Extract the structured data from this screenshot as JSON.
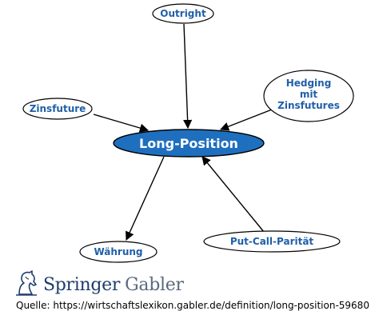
{
  "diagram": {
    "center": "Long-Position",
    "nodes": {
      "outright": "Outright",
      "hedging_line1": "Hedging",
      "hedging_line2": "mit",
      "hedging_line3": "Zinsfutures",
      "zinsfuture": "Zinsfuture",
      "waehrung": "Währung",
      "put_call": "Put-Call-Parität"
    }
  },
  "branding": {
    "logo_icon": "springer-horse-icon",
    "name_part1": "Springer",
    "name_part2": "Gabler"
  },
  "source": {
    "label": "Quelle:",
    "url": "https://wirtschaftslexikon.gabler.de/definition/long-position-59680"
  },
  "colors": {
    "center_fill": "#1f6fbf",
    "node_text": "#1f5fa8",
    "brand_blue": "#1f3d6b"
  }
}
